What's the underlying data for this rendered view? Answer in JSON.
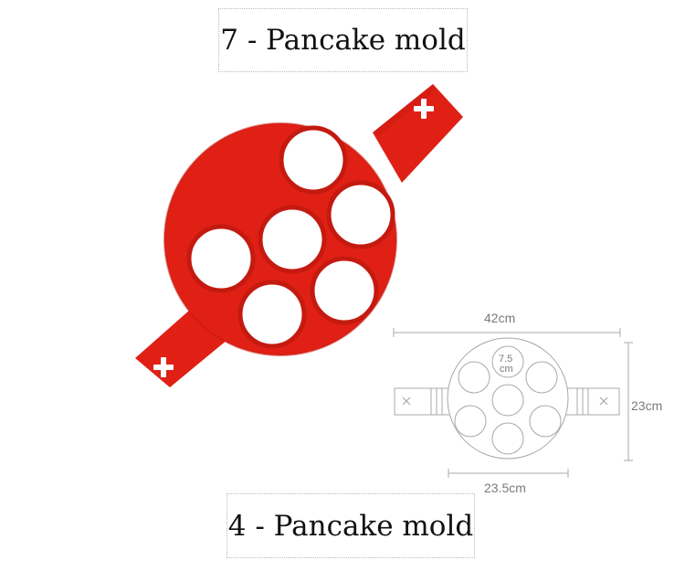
{
  "labels": {
    "top": "7 - Pancake mold",
    "bottom": "4 - Pancake mold"
  },
  "dimensions": {
    "width_total": "42cm",
    "height": "23cm",
    "body_width": "23.5cm",
    "hole_diameter_value": "7.5",
    "hole_diameter_unit": "cm"
  },
  "colors": {
    "mold_red": "#e02015",
    "mold_shadow": "#c41a10",
    "outline_gray": "#a8a8a8",
    "text_gray": "#7a7a7a"
  },
  "icons": {
    "handle_mark": "plus-icon",
    "diagram_handle_mark": "cross-icon"
  }
}
